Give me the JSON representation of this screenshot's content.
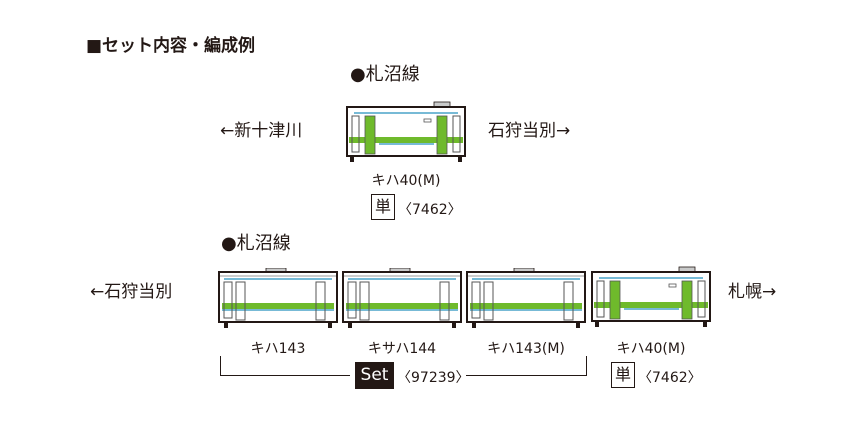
{
  "heading": "■セット内容・編成例",
  "top_section": {
    "line_name": "●札沼線",
    "left_direction": "←新十津川",
    "right_direction": "石狩当別→",
    "car": {
      "label": "キハ40(M)",
      "badge": "単",
      "product_number": "〈7462〉"
    }
  },
  "bottom_section": {
    "line_name": "●札沼線",
    "left_direction": "←石狩当別",
    "right_direction": "札幌→",
    "cars": [
      {
        "label": "キハ143"
      },
      {
        "label": "キサハ144"
      },
      {
        "label": "キハ143(M)"
      },
      {
        "label": "キハ40(M)"
      }
    ],
    "set_badge": "Set",
    "set_number": "〈97239〉",
    "single_badge": "単",
    "single_number": "〈7462〉"
  },
  "colors": {
    "green": "#6fba2c",
    "blue": "#4aa3c8",
    "outline": "#231815",
    "roof": "#c9caca"
  }
}
